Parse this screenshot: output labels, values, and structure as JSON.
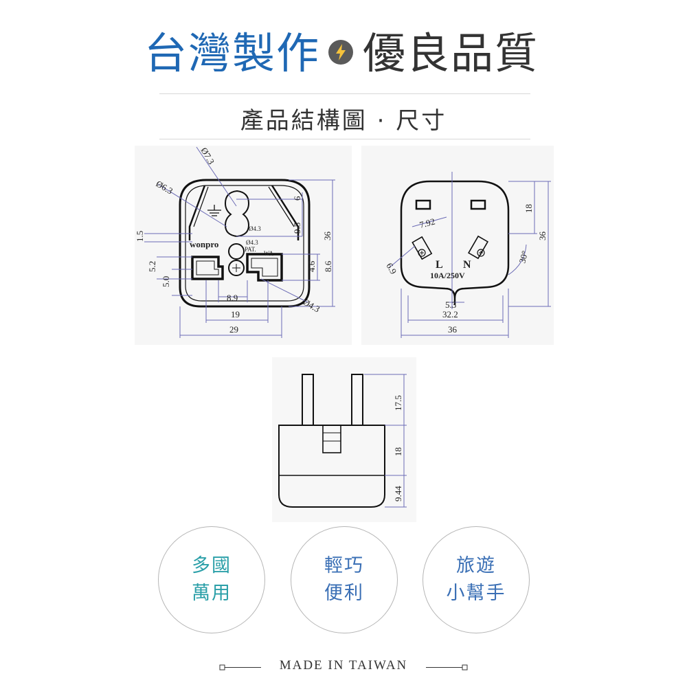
{
  "header": {
    "title_left": "台灣製作",
    "title_right": "優良品質",
    "bolt_icon": "lightning-bolt-icon",
    "colors": {
      "blue": "#1f68b4",
      "dark": "#333333",
      "bolt_fill": "#f5c23b",
      "dim": "#6b6bb5"
    }
  },
  "subtitle": "產品結構圖 · 尺寸",
  "front_view": {
    "brand": "wonpro",
    "d_top": "Ø7.3",
    "d_left": "Ø6.3",
    "d_43a": "Ø4.3",
    "d_43b": "Ø4.3",
    "d_43c": "Ø4.3",
    "pat": "PAT.",
    "wa": "WA",
    "dim_6": "6",
    "dim_95": "9.5",
    "dim_36": "36",
    "dim_46": "4.6",
    "dim_86": "8.6",
    "dim_15": "1.5",
    "dim_52": "5.2",
    "dim_50": "5.0",
    "dim_89": "8.9",
    "dim_19": "19",
    "dim_29": "29"
  },
  "back_view": {
    "dim_792": "7.92",
    "dim_18": "18",
    "dim_36_right": "36",
    "angle": "30°",
    "dim_69": "6.9",
    "label_L": "L",
    "label_N": "N",
    "rating": "10A/250V",
    "dim_53": "5.3",
    "dim_322": "32.2",
    "dim_36_bottom": "36"
  },
  "side_view": {
    "dim_175": "17.5",
    "dim_18": "18",
    "dim_944": "9.44"
  },
  "features": [
    {
      "line1": "多國",
      "line2": "萬用",
      "color": "#2a9fa8"
    },
    {
      "line1": "輕巧",
      "line2": "便利",
      "color": "#3a6fb5"
    },
    {
      "line1": "旅遊",
      "line2": "小幫手",
      "color": "#3a6fb5"
    }
  ],
  "footer": "MADE IN TAIWAN"
}
